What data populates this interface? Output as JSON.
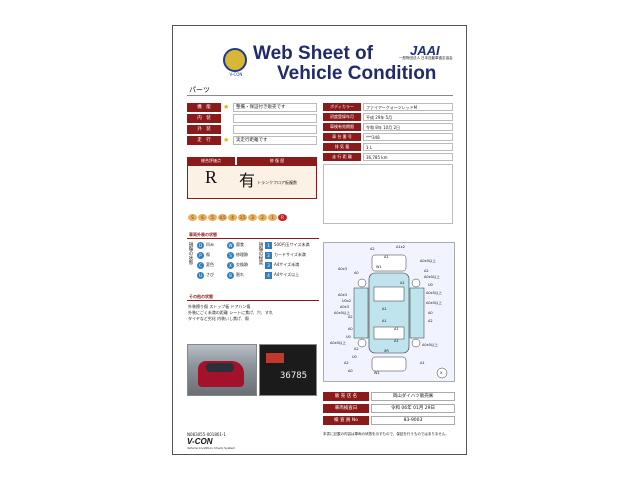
{
  "header": {
    "title_line1": "Web Sheet of",
    "title_line2": "Vehicle Condition",
    "logo_text": "V-CON",
    "org_logo": "JAAI",
    "org_name": "一般財団法人 日本自動車査定協会",
    "parts_label": "パーツ"
  },
  "condition_table": [
    {
      "label": "機　能",
      "value": "整備・保証付き販売です",
      "star": true
    },
    {
      "label": "内　装",
      "value": "",
      "star": false
    },
    {
      "label": "外　装",
      "value": "",
      "star": false
    },
    {
      "label": "走　行",
      "value": "実走行距離です",
      "star": true
    }
  ],
  "vehicle_table": [
    {
      "label": "ボディカラー",
      "value": "ファイアークォーツレッドM"
    },
    {
      "label": "初度登録年月",
      "value": "平成 29年 5月"
    },
    {
      "label": "車検有効期限",
      "value": "令和 8年 10月 2日"
    },
    {
      "label": "車 台 番 号",
      "value": "***348"
    },
    {
      "label": "排 気 量",
      "value": "1 L"
    },
    {
      "label": "走 行 距 離",
      "value": "36,785 km"
    }
  ],
  "grade": {
    "overall_label": "総合評価点",
    "repair_label": "修 復 歴",
    "score": "R",
    "repair_value": "有",
    "repair_note": "トランクフロア板複数",
    "scale": [
      "S",
      "6",
      "5",
      "4.5",
      "4",
      "3.5",
      "3",
      "2",
      "1",
      "R"
    ]
  },
  "legend": {
    "section_title": "車両外装の状態",
    "damage_title": "損傷の状態",
    "size_title": "損傷の程度",
    "damage": [
      {
        "code": "D",
        "label": "凹み"
      },
      {
        "code": "P",
        "label": "傷"
      },
      {
        "code": "C",
        "label": "変色"
      },
      {
        "code": "U",
        "label": "さび"
      },
      {
        "code": "W",
        "label": "腐食"
      },
      {
        "code": "S",
        "label": "修理跡"
      },
      {
        "code": "X",
        "label": "交換跡"
      },
      {
        "code": "B",
        "label": "割れ"
      }
    ],
    "sizes": [
      {
        "code": "1",
        "label": "500円玉サイズ未満"
      },
      {
        "code": "2",
        "label": "カードサイズ未満"
      },
      {
        "code": "3",
        "label": "A4サイズ未満"
      },
      {
        "code": "4",
        "label": "A4サイズ以上"
      }
    ]
  },
  "other": {
    "title": "その他の状態",
    "text_line1": "外装擦り傷 ストップ板 ドアハン傷",
    "text_line2": "外装にごく未満の距離 シートに焦げ、穴、すれ",
    "text_line3": "タイヤなど劣化 内装いし焦げ、傷"
  },
  "diagram": {
    "labels": [
      "A2",
      "A1x2",
      "A1",
      "W1",
      "A0x5以上",
      "A0x3",
      "A0",
      "A2",
      "A0x5以上",
      "U0",
      "A1",
      "A0x5以上",
      "A0x5以上",
      "A0x3",
      "U0x2",
      "A0x3",
      "A0x5以上",
      "A2",
      "A1",
      "A0",
      "A2",
      "A0",
      "U0",
      "A0x5以上",
      "A1",
      "A0x5以上",
      "A1",
      "XR",
      "A1",
      "A2",
      "U0",
      "W1",
      "A2",
      "A0",
      "A1",
      "X"
    ]
  },
  "dealer": {
    "rows": [
      {
        "label": "販 売 店 名",
        "value": "岡山ダイハツ販売㈱"
      },
      {
        "label": "車両検査日",
        "value": "令和 06年 01月 29日"
      },
      {
        "label": "検 査 員 No",
        "value": "83-9003"
      }
    ]
  },
  "footer": {
    "doc_no": "N083055-001861-1",
    "brand": "V-CON",
    "brand_sub": "Vehicle Condition Check System",
    "note": "本書に記載の内容は車両の状態を示すもので、保証を行うものではありません。",
    "odometer": "36785"
  },
  "colors": {
    "accent": "#8b1a1a",
    "title": "#222a6b",
    "star": "#e0b500"
  }
}
